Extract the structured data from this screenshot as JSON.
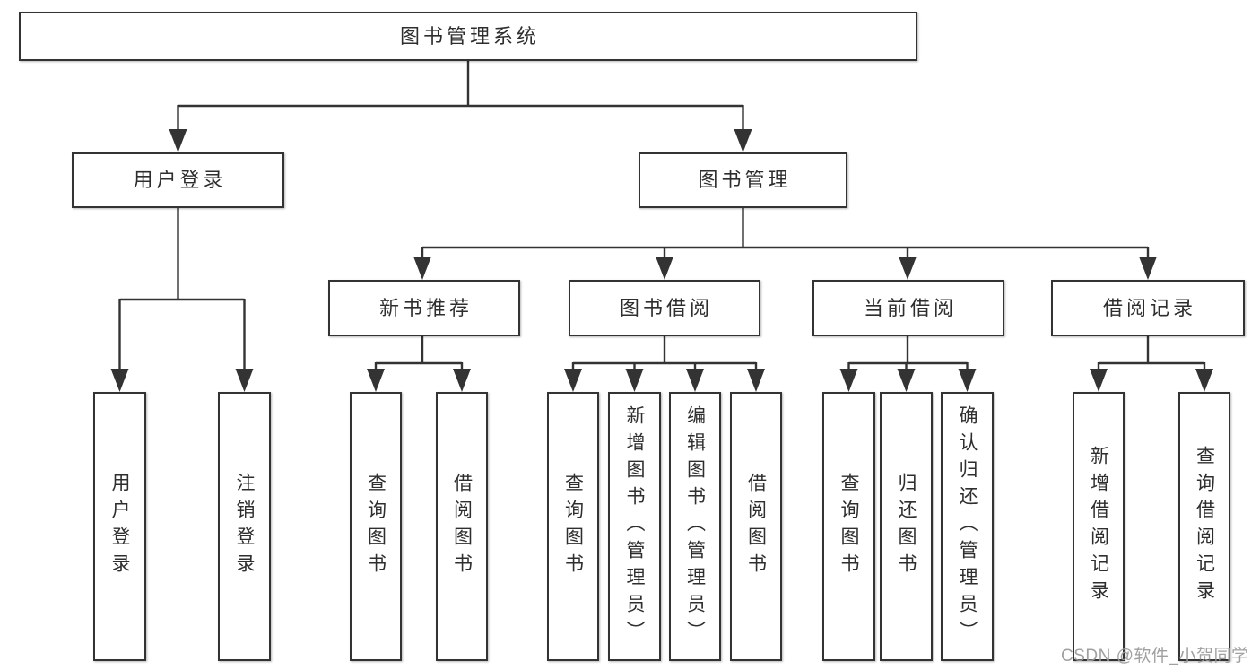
{
  "colors": {
    "line": "#333333",
    "text": "#2e2e2e",
    "box-bg": "#ffffff",
    "page-bg": "#ffffff",
    "watermark": "#9b9b9b"
  },
  "tree": {
    "root": {
      "label": "图书管理系统"
    },
    "branches": [
      {
        "label": "用户登录",
        "children": [
          {
            "label": "用户登录"
          },
          {
            "label": "注销登录"
          }
        ]
      },
      {
        "label": "图书管理",
        "groups": [
          {
            "label": "新书推荐",
            "children": [
              {
                "label": "查询图书"
              },
              {
                "label": "借阅图书"
              }
            ]
          },
          {
            "label": "图书借阅",
            "children": [
              {
                "label": "查询图书"
              },
              {
                "label": "新增图书（管理员）"
              },
              {
                "label": "编辑图书（管理员）"
              },
              {
                "label": "借阅图书"
              }
            ]
          },
          {
            "label": "当前借阅",
            "children": [
              {
                "label": "查询图书"
              },
              {
                "label": "归还图书"
              },
              {
                "label": "确认归还（管理员）"
              }
            ]
          },
          {
            "label": "借阅记录",
            "children": [
              {
                "label": "新增借阅记录"
              },
              {
                "label": "查询借阅记录"
              }
            ]
          }
        ]
      }
    ]
  },
  "watermark": {
    "text": "CSDN @软件_小贺同学"
  }
}
